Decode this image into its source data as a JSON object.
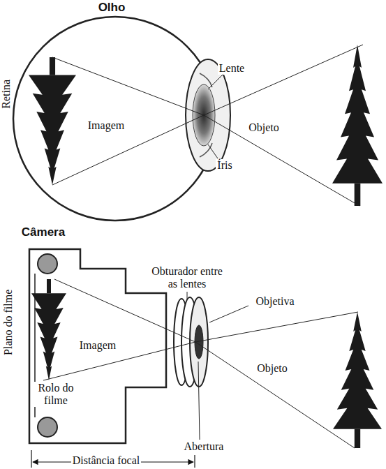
{
  "diagram": {
    "labels": [
      "Olho",
      "Retina",
      "Lente",
      "Imagem",
      "Objeto",
      "Íris",
      "Câmera",
      "Obturador entre as lentes",
      "Objetiva",
      "Plano do filme",
      "Imagem",
      "Objeto",
      "Rolo do filme",
      "Abertura",
      "Distância focal"
    ]
  }
}
